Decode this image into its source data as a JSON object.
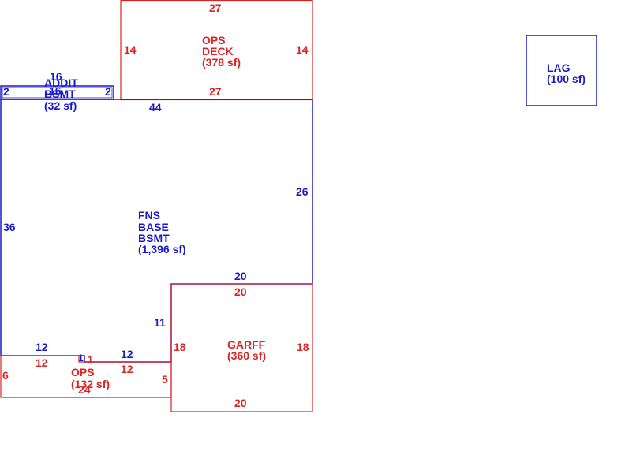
{
  "colors": {
    "living": "#1a1acc",
    "exterior": "#dd2222",
    "background": "#ffffff"
  },
  "areas": {
    "ops_deck": {
      "name_line1": "OPS",
      "name_line2": "DECK",
      "size": "(378 sf)",
      "dim_top": "27",
      "dim_bottom": "27",
      "dim_left": "14",
      "dim_right": "14"
    },
    "addit_bsmt": {
      "name_line1": "ADDIT",
      "name_line2": "BSMT",
      "size": "(32 sf)",
      "dim_top": "16",
      "dim_left": "2",
      "dim_right": "2",
      "dim_overlap": "16"
    },
    "fns_base": {
      "name_line1": "FNS",
      "name_line2": "BASE",
      "name_line3": "BSMT",
      "size": "(1,396 sf)",
      "dim_top": "44",
      "dim_left": "36",
      "dim_right": "26",
      "dim_step_top": "20",
      "dim_step_side": "11",
      "dim_bottom_left": "12",
      "dim_bottom_right": "12",
      "dim_jog": "1"
    },
    "garff": {
      "name": "GARFF",
      "size": "(360 sf)",
      "dim_top": "20",
      "dim_bottom": "20",
      "dim_left": "18",
      "dim_right": "18"
    },
    "ops": {
      "name": "OPS",
      "size": "(132 sf)",
      "dim_left": "6",
      "dim_bottom": "24",
      "dim_right": "5",
      "dim_top_left": "12",
      "dim_top_right": "12",
      "dim_jog": "1"
    },
    "lag": {
      "name": "LAG",
      "size": "(100 sf)"
    }
  }
}
